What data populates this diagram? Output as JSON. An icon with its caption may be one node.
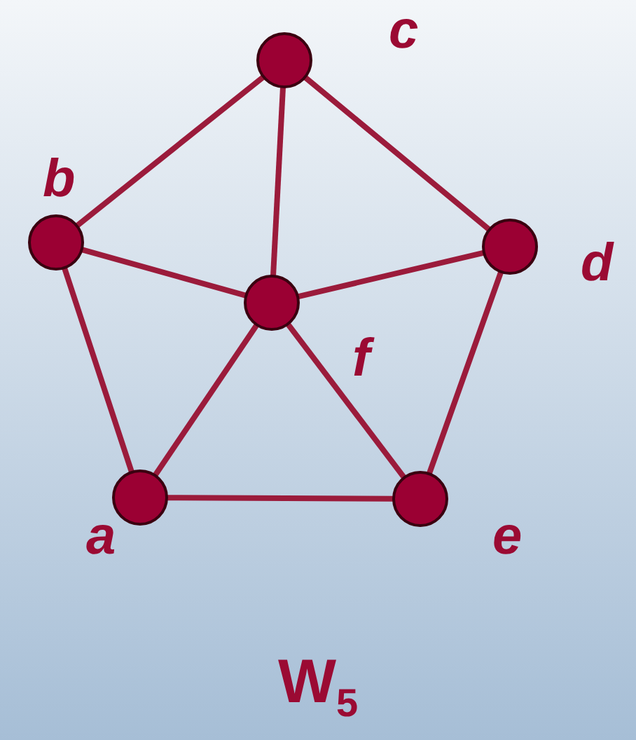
{
  "diagram": {
    "title": "W$_{5}$",
    "nodes": [
      {
        "text": [],
        "shape": "circle",
        "beside": [
          "c"
        ]
      },
      {
        "text": [],
        "shape": "circle",
        "beside": [
          "b"
        ]
      },
      {
        "text": [],
        "shape": "circle",
        "beside": [
          "d"
        ]
      },
      {
        "text": [],
        "shape": "circle",
        "beside": [
          "f"
        ]
      },
      {
        "text": [],
        "shape": "circle",
        "beside": [
          "a"
        ]
      },
      {
        "text": [],
        "shape": "circle",
        "beside": [
          "e"
        ]
      }
    ],
    "edges": [
      {
        "from": 0,
        "to": 1,
        "arrow": "none"
      },
      {
        "from": 0,
        "to": 2,
        "arrow": "none"
      },
      {
        "from": 0,
        "to": 3,
        "arrow": "none"
      },
      {
        "from": 1,
        "to": 3,
        "arrow": "none"
      },
      {
        "from": 2,
        "to": 3,
        "arrow": "none"
      },
      {
        "from": 1,
        "to": 4,
        "arrow": "none"
      },
      {
        "from": 2,
        "to": 5,
        "arrow": "none"
      },
      {
        "from": 3,
        "to": 4,
        "arrow": "none"
      },
      {
        "from": 3,
        "to": 5,
        "arrow": "none"
      },
      {
        "from": 4,
        "to": 5,
        "arrow": "none"
      }
    ]
  }
}
